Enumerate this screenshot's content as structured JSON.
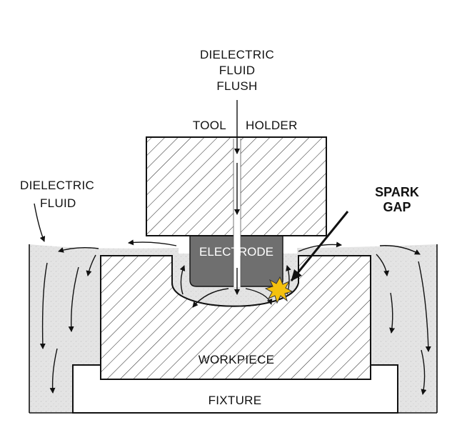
{
  "labels": {
    "flush_line1": "DIELECTRIC",
    "flush_line2": "FLUID",
    "flush_line3": "FLUSH",
    "tool": "TOOL",
    "holder": "HOLDER",
    "fluid_line1": "DIELECTRIC",
    "fluid_line2": "FLUID",
    "spark_line1": "SPARK",
    "spark_line2": "GAP",
    "electrode": "ELECTRODE",
    "workpiece": "WORKPIECE",
    "fixture": "FIXTURE"
  },
  "colors": {
    "fluid": "#e4e4e4",
    "electrode": "#6f6f6f",
    "spark": "#f4c10f",
    "outline": "#111111"
  },
  "icons": {
    "spark": "spark-burst-icon"
  }
}
